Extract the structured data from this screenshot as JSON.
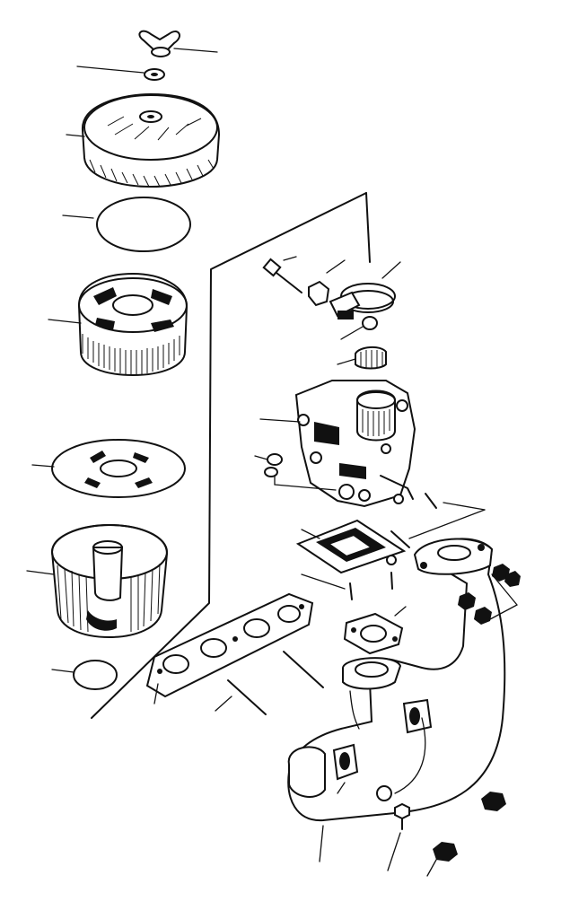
{
  "figure": {
    "kind": "exploded-view line drawing",
    "ink_color": "#111111",
    "background": "#ffffff"
  },
  "parts": [
    {
      "id": "wing-nut"
    },
    {
      "id": "washer"
    },
    {
      "id": "air-cleaner-cover"
    },
    {
      "id": "cover-seal-ring"
    },
    {
      "id": "filter-element"
    },
    {
      "id": "baffle-plate"
    },
    {
      "id": "air-cleaner-housing"
    },
    {
      "id": "housing-seal-ring"
    },
    {
      "id": "clamp-bolt"
    },
    {
      "id": "clamp-nut"
    },
    {
      "id": "hose-clamp"
    },
    {
      "id": "small-nut"
    },
    {
      "id": "spacer-block"
    },
    {
      "id": "carburettor"
    },
    {
      "id": "spring-washers"
    },
    {
      "id": "insulator-plate"
    },
    {
      "id": "studs"
    },
    {
      "id": "flange-gasket"
    },
    {
      "id": "manifold-gasket"
    },
    {
      "id": "manifold-studs"
    },
    {
      "id": "exhaust-manifold-assembly"
    },
    {
      "id": "manifold-nuts"
    },
    {
      "id": "hex-bolt"
    },
    {
      "id": "hex-nut"
    }
  ]
}
